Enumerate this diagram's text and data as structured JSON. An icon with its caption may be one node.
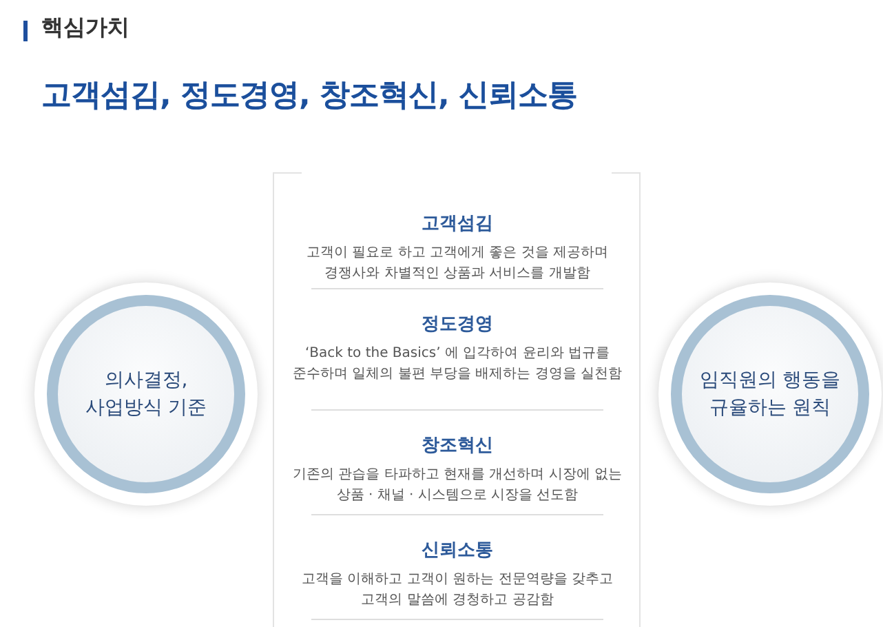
{
  "diagram": {
    "title": "핵심가치",
    "nodes": [
      {
        "text": [
          "의사결정, 사업방식 기준"
        ]
      },
      {
        "text": [],
        "shape": "box"
      },
      {
        "text": [
          "고객섬김",
          "고객이 필요로 하고 고객에게 좋은 것을 제공하며 경쟁사와 차별적인 상품과 서비스를 개발함"
        ],
        "in": 1
      },
      {
        "text": [
          "정도경영",
          "‘Back to the Basics’ 에 입각하여 윤리와 법규를 준수하며 일체의 불편 부당을 배제하는 경영을 실천함"
        ],
        "in": 1
      },
      {
        "text": [
          "창조혁신",
          "기존의 관습을 타파하고 현재를 개선하며 시장에 없는 상품 · 채널 · 시스템으로 시장을 선도함"
        ],
        "in": 1
      },
      {
        "text": [
          "신뢰소통",
          "고객을 이해하고 고객이 원하는 전문역량을 갖추고 고객의 말씀에 경청하고 공감함"
        ],
        "in": 1
      },
      {
        "text": [
          "임직원의 행동을 규율하는 원칙"
        ]
      }
    ],
    "labels": [
      "고객섬김, 정도경영, 창조혁신, 신뢰소통"
    ]
  }
}
